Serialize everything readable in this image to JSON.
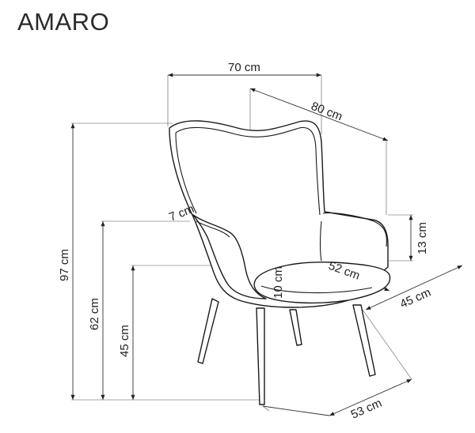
{
  "title": "AMARO",
  "dimensions": {
    "width": "70 cm",
    "depth": "80 cm",
    "height": "97 cm",
    "arm_height": "62 cm",
    "seat_height": "45 cm",
    "arm_above_seat": "13 cm",
    "seat_width": "52 cm",
    "seat_depth": "45 cm",
    "base_depth": "53 cm",
    "cushion_thickness": "10 cm",
    "back_thickness": "7 cm"
  },
  "colors": {
    "line": "#1a1a1a",
    "dimension": "#333333",
    "text": "#222222"
  }
}
